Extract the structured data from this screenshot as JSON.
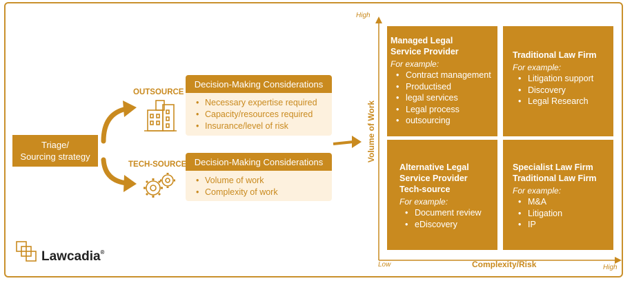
{
  "triage": {
    "line1": "Triage/",
    "line2": "Sourcing strategy"
  },
  "outsource": {
    "label": "OUTSOURCE",
    "heading": "Decision-Making Considerations",
    "items": [
      "Necessary expertise required",
      "Capacity/resources required",
      "Insurance/level of risk"
    ]
  },
  "techsource": {
    "label": "TECH-SOURCE",
    "heading": "Decision-Making Considerations",
    "items": [
      "Volume of work",
      "Complexity of work"
    ]
  },
  "matrix": {
    "y_axis": "Volume of Work",
    "x_axis": "Complexity/Risk",
    "y_high": "High",
    "x_low": "Low",
    "x_high": "High",
    "quadrants": {
      "top_left": {
        "title1": "Managed Legal",
        "title2": "Service Provider",
        "example": "For example:",
        "items": [
          "Contract management",
          "Productised",
          "legal services",
          "Legal process",
          "outsourcing"
        ]
      },
      "top_right": {
        "title1": "Traditional Law Firm",
        "example": "For example:",
        "items": [
          "Litigation support",
          "Discovery",
          "Legal Research"
        ]
      },
      "bottom_left": {
        "title1": "Alternative Legal",
        "title2": "Service Provider",
        "title3": "Tech-source",
        "example": "For example:",
        "items": [
          "Document review",
          "eDiscovery"
        ]
      },
      "bottom_right": {
        "title1": "Specialist Law Firm",
        "title2": "Traditional Law Firm",
        "example": "For example:",
        "items": [
          "M&A",
          "Litigation",
          "IP"
        ]
      }
    }
  },
  "logo": {
    "text": "Lawcadia",
    "mark": "®"
  },
  "colors": {
    "accent": "#c98a1f",
    "light": "#fdf1de"
  }
}
